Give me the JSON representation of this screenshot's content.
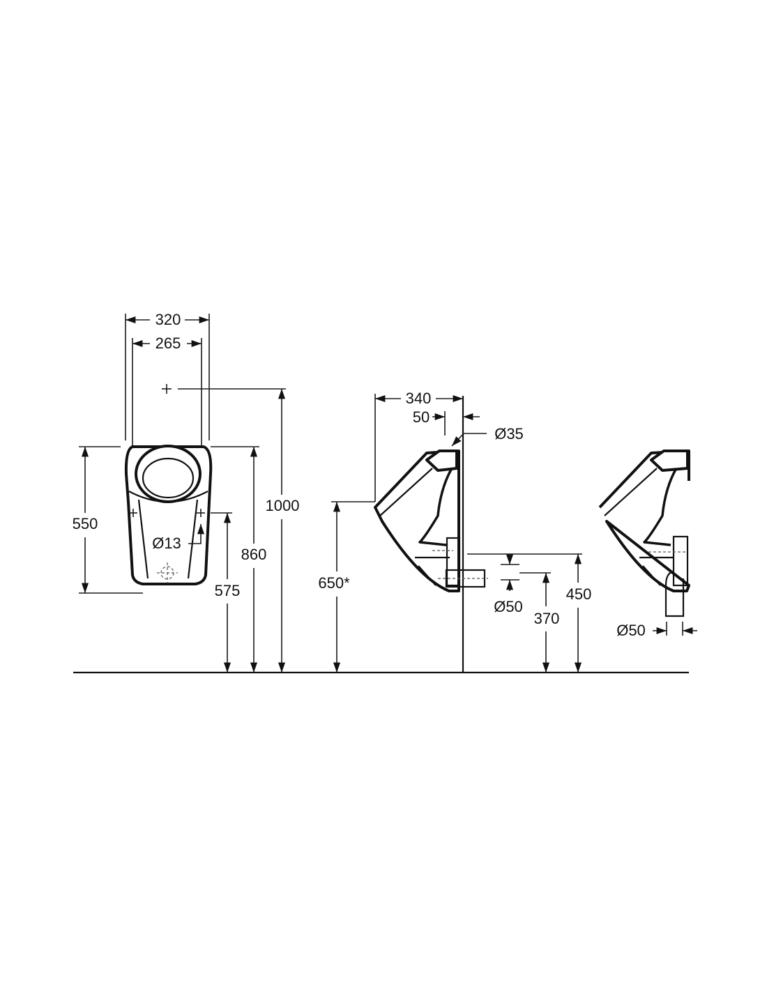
{
  "front_view": {
    "width_outer": "320",
    "width_holes": "265",
    "height_top_fixing": "1000",
    "height_rim": "860",
    "body_height": "550",
    "height_side_holes": "575",
    "hole_diameter": "Ø13"
  },
  "side_view": {
    "depth": "340",
    "inlet_offset": "50",
    "inlet_diameter": "Ø35",
    "rim_height": "650*",
    "outlet_diameter": "Ø50",
    "outlet_height": "370",
    "trap_height": "450"
  },
  "side_view_vertical_outlet": {
    "outlet_diameter": "Ø50"
  }
}
